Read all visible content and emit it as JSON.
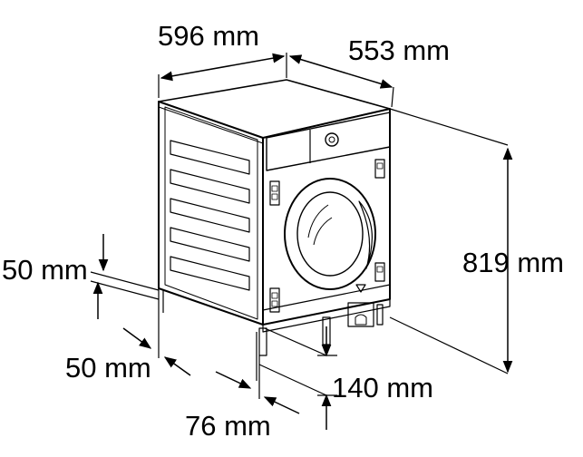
{
  "dimensions": {
    "width": "596 mm",
    "depth": "553 mm",
    "height": "819 mm",
    "side_gap": "50 mm",
    "front_gap": "50 mm",
    "door_offset": "76 mm",
    "foot_depth": "140 mm"
  },
  "colors": {
    "stroke": "#000000",
    "background": "#ffffff"
  },
  "icons": {
    "machine": "washing-machine-drawing"
  }
}
